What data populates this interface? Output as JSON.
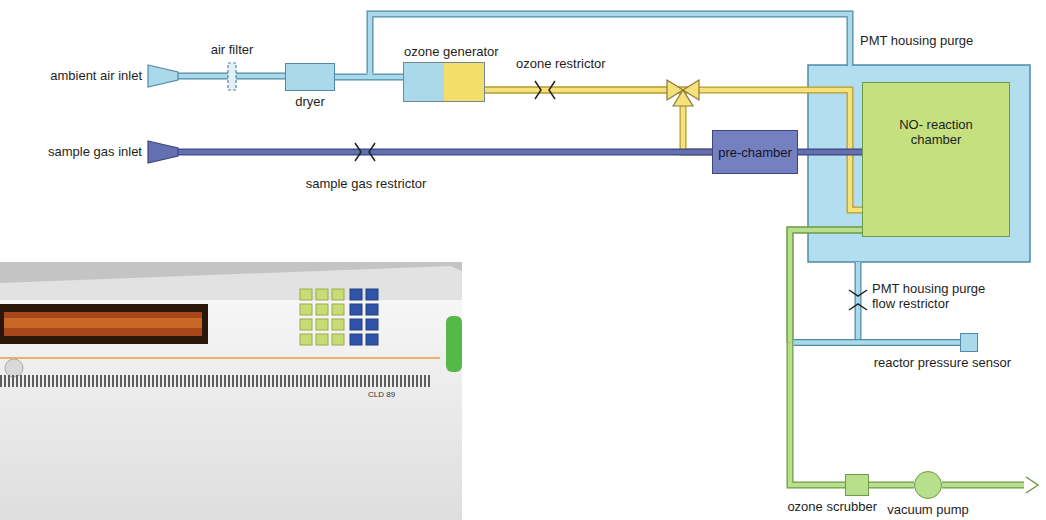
{
  "diagram": {
    "nodes": [
      {
        "text": [
          "dryer"
        ]
      },
      {
        "text": [
          "ozone generator"
        ]
      },
      {
        "text": [
          "pre-chamber"
        ]
      },
      {
        "text": [
          "NO- reaction chamber"
        ]
      },
      {
        "text": [
          "reactor pressure sensor"
        ]
      },
      {
        "text": [
          "ozone scrubber"
        ]
      },
      {
        "text": [
          "vacuum pump"
        ]
      }
    ],
    "edges": [
      {
        "from": 0,
        "to": 1,
        "arrow": "none"
      },
      {
        "from": 1,
        "to": 3,
        "arrow": "none"
      },
      {
        "from": 1,
        "to": 2,
        "arrow": "none"
      },
      {
        "from": 2,
        "to": 3,
        "arrow": "none"
      },
      {
        "from": 3,
        "to": 5,
        "arrow": "none"
      },
      {
        "from": 5,
        "to": 6,
        "arrow": "none"
      },
      {
        "from": 3,
        "to": 4,
        "arrow": "none"
      }
    ],
    "labels": [
      "ambient air inlet",
      "air filter",
      "ozone restrictor",
      "PMT housing purge",
      "sample gas inlet",
      "sample gas restrictor",
      "PMT housing purge flow restrictor",
      "CLD 89"
    ]
  }
}
